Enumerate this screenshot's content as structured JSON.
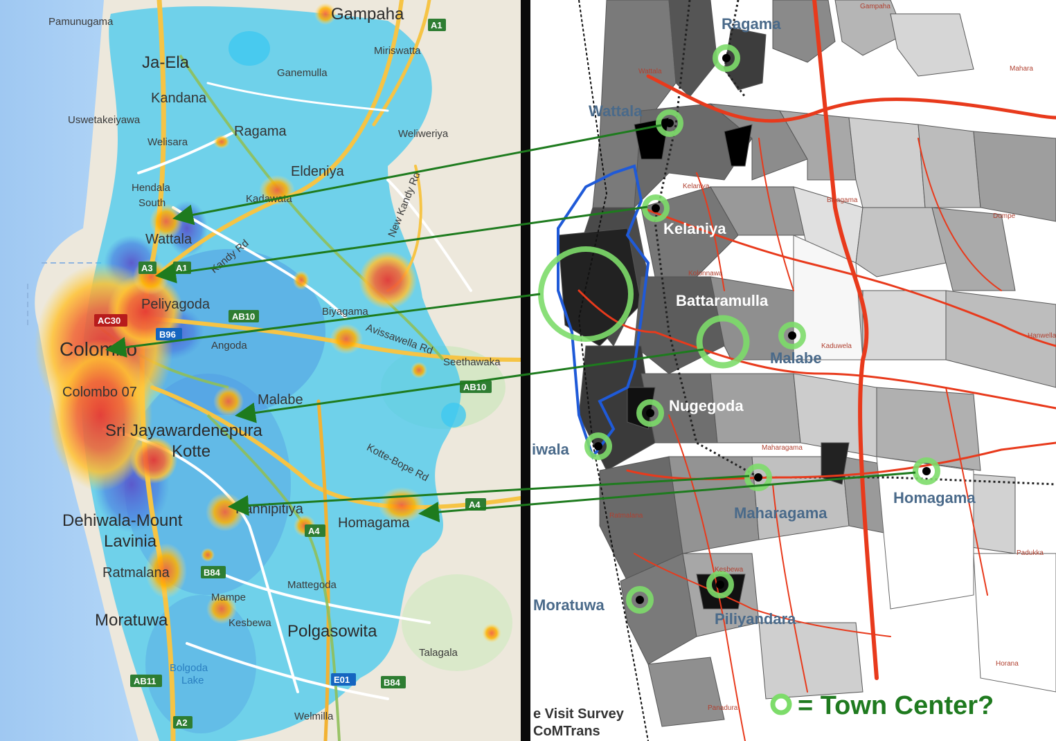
{
  "left_map": {
    "places": [
      {
        "key": "pamunugama",
        "text": "Pamunugama"
      },
      {
        "key": "gampaha",
        "text": "Gampaha"
      },
      {
        "key": "miriswatta",
        "text": "Miriswatta"
      },
      {
        "key": "ja_ela",
        "text": "Ja-Ela"
      },
      {
        "key": "ganemulla",
        "text": "Ganemulla"
      },
      {
        "key": "kandana",
        "text": "Kandana"
      },
      {
        "key": "uswetakeiyawa",
        "text": "Uswetakeiyawa"
      },
      {
        "key": "ragama",
        "text": "Ragama"
      },
      {
        "key": "weliweriya",
        "text": "Weliweriya"
      },
      {
        "key": "welisara",
        "text": "Welisara"
      },
      {
        "key": "eldeniya",
        "text": "Eldeniya"
      },
      {
        "key": "hendala",
        "text": "Hendala"
      },
      {
        "key": "south",
        "text": "South"
      },
      {
        "key": "kadawata",
        "text": "Kadawata"
      },
      {
        "key": "new_kandy_rd",
        "text": "New Kandy Rd"
      },
      {
        "key": "wattala",
        "text": "Wattala"
      },
      {
        "key": "kandy_rd",
        "text": "Kandy Rd"
      },
      {
        "key": "peliyagoda",
        "text": "Peliyagoda"
      },
      {
        "key": "biyagama",
        "text": "Biyagama"
      },
      {
        "key": "colombo",
        "text": "Colombo"
      },
      {
        "key": "angoda",
        "text": "Angoda"
      },
      {
        "key": "avissawella_rd",
        "text": "Avissawella Rd"
      },
      {
        "key": "seethawaka",
        "text": "Seethawaka"
      },
      {
        "key": "colombo_07",
        "text": "Colombo 07"
      },
      {
        "key": "malabe",
        "text": "Malabe"
      },
      {
        "key": "sri_jayawardenepura",
        "text": "Sri Jayawardenepura"
      },
      {
        "key": "kotte",
        "text": "Kotte"
      },
      {
        "key": "kotte_bope_rd",
        "text": "Kotte-Bope Rd"
      },
      {
        "key": "pannipitiya",
        "text": "Pannipitiya"
      },
      {
        "key": "homagama",
        "text": "Homagama"
      },
      {
        "key": "dehiwala_mount",
        "text": "Dehiwala-Mount"
      },
      {
        "key": "lavinia",
        "text": "Lavinia"
      },
      {
        "key": "ratmalana",
        "text": "Ratmalana"
      },
      {
        "key": "mattegoda",
        "text": "Mattegoda"
      },
      {
        "key": "mampe",
        "text": "Mampe"
      },
      {
        "key": "moratuwa",
        "text": "Moratuwa"
      },
      {
        "key": "kesbewa",
        "text": "Kesbewa"
      },
      {
        "key": "polgasowita",
        "text": "Polgasowita"
      },
      {
        "key": "talagala",
        "text": "Talagala"
      },
      {
        "key": "bolgoda",
        "text": "Bolgoda"
      },
      {
        "key": "lake",
        "text": "Lake"
      },
      {
        "key": "welmilla",
        "text": "Welmilla"
      }
    ],
    "shields": [
      {
        "key": "a1_top",
        "text": "A1",
        "color": "#2e7d32"
      },
      {
        "key": "a3",
        "text": "A3",
        "color": "#2e7d32"
      },
      {
        "key": "a1_mid",
        "text": "A1",
        "color": "#2e7d32"
      },
      {
        "key": "ac30",
        "text": "AC30",
        "color": "#b71c1c"
      },
      {
        "key": "b96",
        "text": "B96",
        "color": "#1565c0"
      },
      {
        "key": "ab10_a",
        "text": "AB10",
        "color": "#2e7d32"
      },
      {
        "key": "ab10_b",
        "text": "AB10",
        "color": "#2e7d32"
      },
      {
        "key": "a4_a",
        "text": "A4",
        "color": "#2e7d32"
      },
      {
        "key": "a4_b",
        "text": "A4",
        "color": "#2e7d32"
      },
      {
        "key": "b84_a",
        "text": "B84",
        "color": "#2e7d32"
      },
      {
        "key": "ab11",
        "text": "AB11",
        "color": "#2e7d32"
      },
      {
        "key": "e01",
        "text": "E01",
        "color": "#1565c0"
      },
      {
        "key": "b84_b",
        "text": "B84",
        "color": "#2e7d32"
      },
      {
        "key": "a2",
        "text": "A2",
        "color": "#2e7d32"
      }
    ]
  },
  "right_map": {
    "towns": [
      {
        "key": "ragama",
        "text": "Ragama"
      },
      {
        "key": "wattala",
        "text": "Wattala"
      },
      {
        "key": "kelaniya",
        "text": "Kelaniya"
      },
      {
        "key": "battaramulla",
        "text": "Battaramulla"
      },
      {
        "key": "malabe",
        "text": "Malabe"
      },
      {
        "key": "nugegoda",
        "text": "Nugegoda"
      },
      {
        "key": "dehiwala",
        "text": "iwala"
      },
      {
        "key": "homagama",
        "text": "Homagama"
      },
      {
        "key": "maharagama",
        "text": "Maharagama"
      },
      {
        "key": "moratuwa",
        "text": "Moratuwa"
      },
      {
        "key": "piliyandara",
        "text": "Piliyandara"
      }
    ],
    "small_labels": [
      {
        "key": "wattala_s",
        "text": "Wattala"
      },
      {
        "key": "kelaniya_s",
        "text": "Kelaniya"
      },
      {
        "key": "biyagama_s",
        "text": "Biyagama"
      },
      {
        "key": "dompe",
        "text": "Dompe"
      },
      {
        "key": "kolonnawa",
        "text": "Kolonnawa"
      },
      {
        "key": "kaduwela",
        "text": "Kaduwela"
      },
      {
        "key": "hanwella",
        "text": "Hanwella"
      },
      {
        "key": "maharagama_s",
        "text": "Maharagama"
      },
      {
        "key": "ratmalana_s",
        "text": "Ratmalana"
      },
      {
        "key": "kesbewa_s",
        "text": "Kesbewa"
      },
      {
        "key": "padukka",
        "text": "Padukka"
      },
      {
        "key": "horana",
        "text": "Horana"
      },
      {
        "key": "panadura",
        "text": "Panadura"
      },
      {
        "key": "gampaha_s",
        "text": "Gampaha"
      },
      {
        "key": "mahara",
        "text": "Mahara"
      }
    ],
    "legend": {
      "text": "= Town Center?"
    },
    "credit": {
      "line1": "e Visit Survey",
      "line2": "CoMTrans"
    }
  },
  "colors": {
    "town_ring": "#7ddc6a",
    "arrow": "#1e7b1e",
    "road_red": "#e83a1c",
    "boundary_blue": "#1f5ad8",
    "heat_hot": "#e0303a",
    "heat_cool": "#3ec8f0"
  }
}
